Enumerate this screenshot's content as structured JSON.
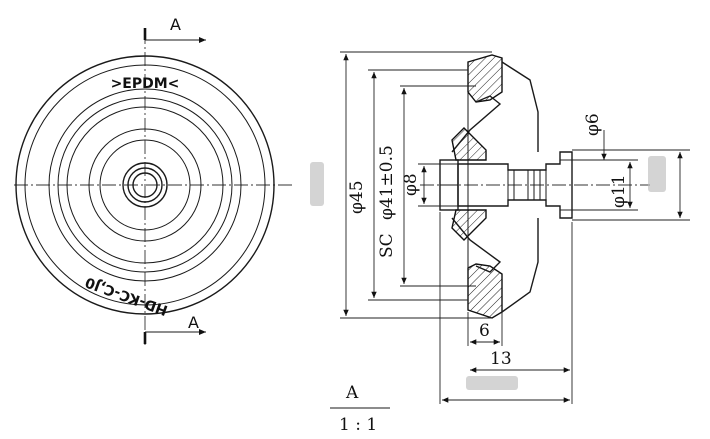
{
  "front_view": {
    "section_marks": [
      "A",
      "A"
    ],
    "material_marking": ">EPDM<",
    "part_marking": "HD-KC-C,J0"
  },
  "section_view": {
    "dimensions": {
      "outer_diameter": "φ45",
      "sc_prefix": "SC",
      "sc_diameter": "φ41±0.5",
      "bore_diameter": "φ8",
      "shaft_outer_diameter": "φ6",
      "shaft_inner_diameter": "φ11",
      "width_small": "6",
      "width_medium": "13"
    }
  },
  "section_label": {
    "name": "A",
    "scale": "1 : 1"
  }
}
